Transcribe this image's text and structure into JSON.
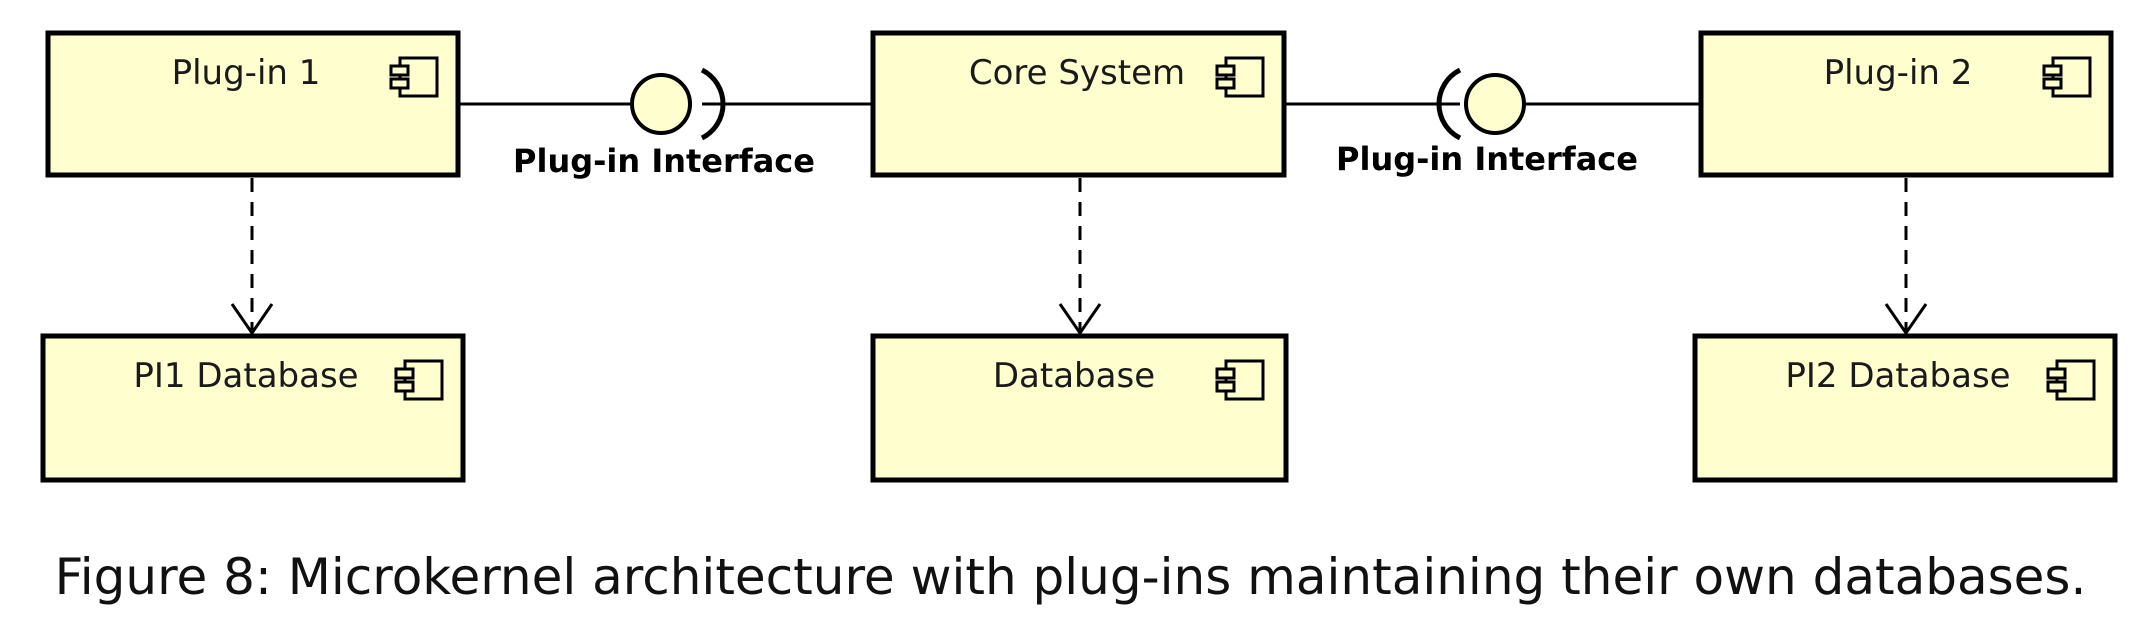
{
  "components": {
    "plugin1": "Plug-in 1",
    "core": "Core System",
    "plugin2": "Plug-in 2",
    "pi1_db": "PI1 Database",
    "db": "Database",
    "pi2_db": "PI2 Database"
  },
  "interfaces": {
    "left": "Plug-in Interface",
    "right": "Plug-in Interface"
  },
  "caption": "Figure 8: Microkernel architecture with plug-ins maintaining their own databases.",
  "colors": {
    "component_fill": "#fefece",
    "stroke": "#000000"
  },
  "icons": [
    "component-icon"
  ]
}
